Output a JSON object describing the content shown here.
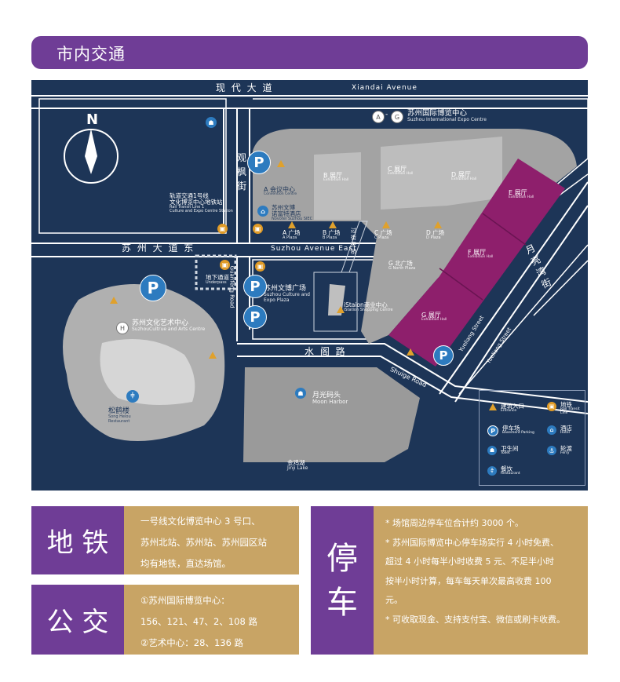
{
  "header": {
    "title": "市内交通"
  },
  "map": {
    "compass": "N",
    "roads": {
      "xiandai_cn": "现 代 大 道",
      "xiandai_en": "Xiandai Avenue",
      "suzhou_cn": "苏 州 大 道 东",
      "suzhou_en": "Suzhou Avenue East",
      "guanfeng_cn": "观枫街",
      "guanfeng_en": "Guanfeng Road",
      "shuige_cn": "水 阁 路",
      "shuige_en": "Shuige Road",
      "yueliang_cn": "月亮湾街",
      "yueliang_en": "Yueliang Street",
      "yueliang_en2": "Yueliang Street",
      "tunnel_cn": "过街天桥"
    },
    "expo": {
      "badge_a": "A",
      "dash": "-",
      "badge_g": "G",
      "name_cn": "苏州国际博览中心",
      "name_en": "Suzhou International Expo Centre"
    },
    "halls": [
      {
        "letter": "A",
        "cn": "会议中心",
        "en": "Convention Centre"
      },
      {
        "letter": "B",
        "cn": "展厅",
        "en": "Exhibition Hall"
      },
      {
        "letter": "C",
        "cn": "展厅",
        "en": "Exhibition Hall"
      },
      {
        "letter": "D",
        "cn": "展厅",
        "en": "Exhibition Hall"
      },
      {
        "letter": "E",
        "cn": "展厅",
        "en": "Exhibition Hall"
      },
      {
        "letter": "F",
        "cn": "展厅",
        "en": "Exhibition Hall"
      },
      {
        "letter": "G",
        "cn": "展厅",
        "en": "Exhibition Hall"
      }
    ],
    "plazas": [
      {
        "cn": "A 广场",
        "en": "A Plaza"
      },
      {
        "cn": "B 广场",
        "en": "B Plaza"
      },
      {
        "cn": "C 广场",
        "en": "C Plaza"
      },
      {
        "cn": "D 广场",
        "en": "D Plaza"
      },
      {
        "cn": "G 北广场",
        "en": "G North Plaza"
      }
    ],
    "hotel_cn1": "苏州文博",
    "hotel_cn2": "诺富特酒店",
    "hotel_en": "Novotel Suzhou SIEC",
    "metro_station_cn1": "轨道交通1号线",
    "metro_station_cn2": "文化博览中心地铁站",
    "metro_station_en1": "Rail Transit Line 1",
    "metro_station_en2": "Culture and Expo Centre Station",
    "underpass_cn": "地下通道",
    "underpass_en": "Underpass",
    "culture_plaza_cn": "苏州文博广场",
    "culture_plaza_en1": "Suzhou Culture and",
    "culture_plaza_en2": "Expo Plaza",
    "istation_cn": "iStaion商业中心",
    "istation_en": "iStation Shopping Centre",
    "arts_badge": "H",
    "arts_cn": "苏州文化艺术中心",
    "arts_en": "SuzhouCultrue and Arts Centre",
    "songhe_cn": "松鹤楼",
    "songhe_en1": "Song Helou",
    "songhe_en2": "Restaurant",
    "moon_cn": "月光码头",
    "moon_en": "Moon Harbor",
    "lake_cn": "金鸡湖",
    "lake_en": "Jinji Lake",
    "p_label": "P",
    "legend": {
      "entrance_cn": "建筑入口",
      "entrance_en": "Entrance",
      "metro_cn": "地铁",
      "metro_en1": "Rail Transit",
      "metro_en2": "Line",
      "parking_cn": "停车场",
      "parking_en": "Basement Parking",
      "hotel_cn": "酒店",
      "hotel_en": "Hotel",
      "toilet_cn": "卫生间",
      "toilet_en": "Toilet",
      "ferry_cn": "轮渡",
      "ferry_en": "Ferry",
      "restaurant_cn": "餐饮",
      "restaurant_en": "Restaurant"
    },
    "colors": {
      "navy": "#1d3557",
      "grey": "#9a9a9a",
      "purple": "#8e1f6c",
      "blue": "#2d7bbf",
      "orange": "#e09b27"
    }
  },
  "metro": {
    "label": "地 铁",
    "lines": [
      "一号线文化博览中心 3 号口、",
      "苏州北站、苏州站、苏州园区站",
      "均有地铁，直达场馆。"
    ]
  },
  "bus": {
    "label": "公 交",
    "lines": [
      "①苏州国际博览中心：",
      "156、121、47、2、108 路",
      "②艺术中心：28、136 路"
    ]
  },
  "parking": {
    "label_1": "停",
    "label_2": "车",
    "lines": [
      "* 场馆周边停车位合计约 3000 个。",
      "* 苏州国际博览中心停车场实行 4 小时免费、",
      "超过 4 小时每半小时收费 5 元、不足半小时",
      "按半小时计算，每车每天单次最高收费 100",
      "元。",
      "* 可收取现金、支持支付宝、微信或刷卡收费。"
    ]
  }
}
